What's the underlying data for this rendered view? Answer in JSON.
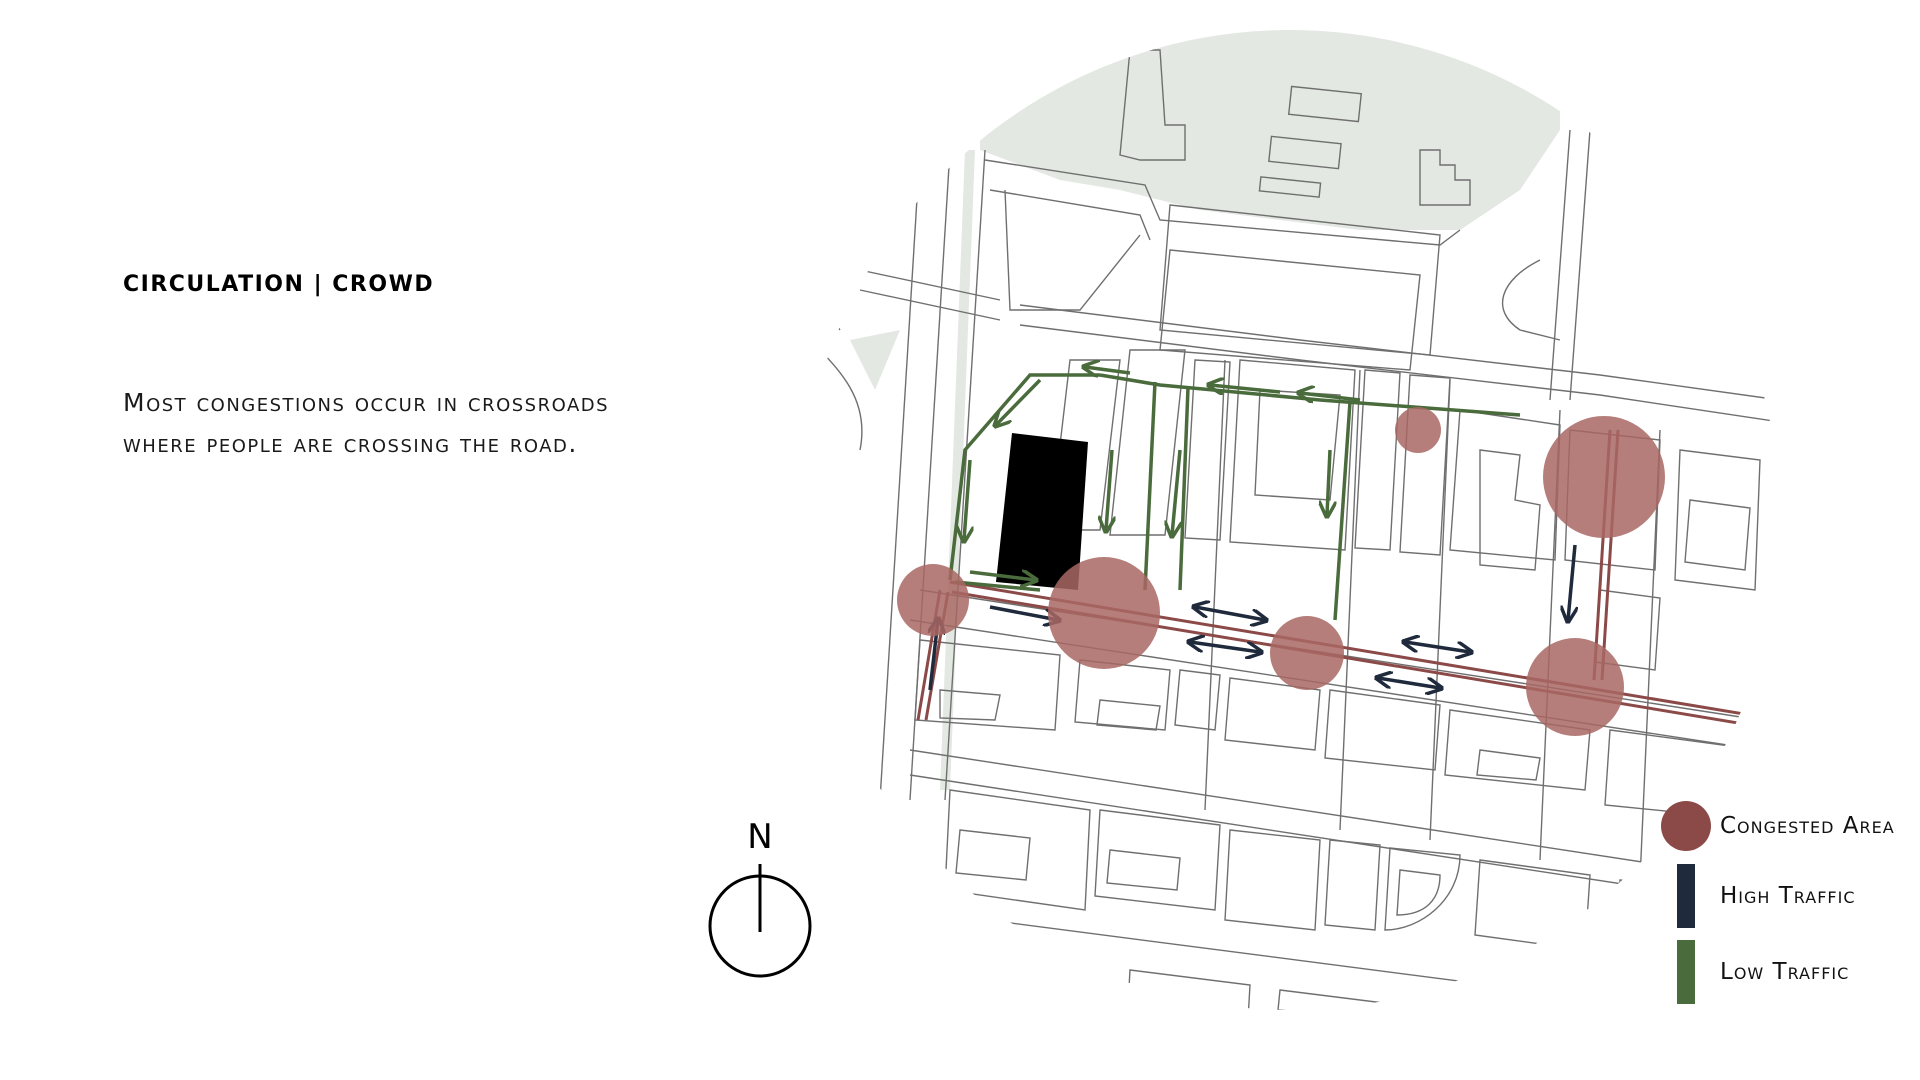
{
  "title": "CIRCULATION | CROWD",
  "description": "Most congestions occur in crossroads where people are crossing the road.",
  "compass": {
    "letter": "N"
  },
  "legend": [
    {
      "label": "Congested Area",
      "color": "#8b4a47",
      "shape": "circle"
    },
    {
      "label": "High Traffic",
      "color": "#1f2a3c",
      "shape": "bar"
    },
    {
      "label": "Low Traffic",
      "color": "#4a6b3b",
      "shape": "bar"
    }
  ],
  "colors": {
    "congested_fill": "#a86763",
    "congested_line": "#8b4a47",
    "high_traffic": "#1f2a3c",
    "low_traffic": "#4a6b3b",
    "green_space": "#e3e8e2",
    "site_building": "#000000",
    "road_line": "#6f6f6f"
  }
}
